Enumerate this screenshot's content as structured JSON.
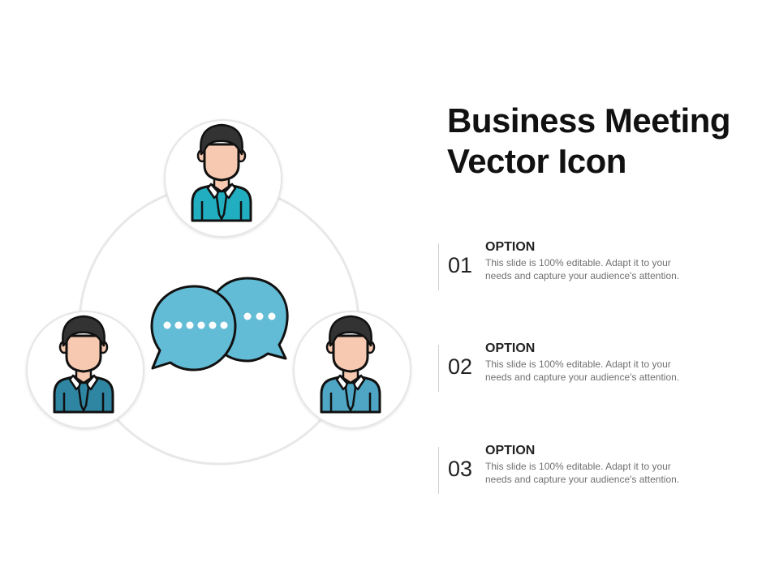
{
  "slide": {
    "title_line1": "Business Meeting",
    "title_line2": "Vector Icon"
  },
  "options": [
    {
      "number": "01",
      "heading": "OPTION",
      "line1": "This slide is 100% editable. Adapt it to your",
      "line2": "needs and capture your audience's attention."
    },
    {
      "number": "02",
      "heading": "OPTION",
      "line1": "This slide is 100% editable. Adapt it to your",
      "line2": "needs and capture your audience's attention."
    },
    {
      "number": "03",
      "heading": "OPTION",
      "line1": "This slide is 100% editable. Adapt it to your",
      "line2": "needs and capture your audience's attention."
    }
  ],
  "colors": {
    "bubble": "#63bcd6",
    "shirt_top": "#21aec0",
    "shirt_left": "#2f86a3",
    "shirt_right": "#4ea6c4",
    "skin": "#f7c9b0",
    "hair": "#333333",
    "ring": "#e8e8e8"
  },
  "icons": [
    "businessman-icon",
    "speech-bubbles-icon"
  ]
}
